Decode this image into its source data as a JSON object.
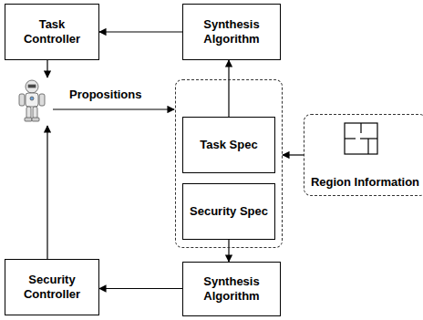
{
  "diagram": {
    "nodes": [
      {
        "text": [
          "Task Controller"
        ]
      },
      {
        "text": [
          "Synthesis Algorithm"
        ]
      },
      {
        "text": []
      },
      {
        "text": [
          "Task Spec"
        ],
        "in": 2
      },
      {
        "text": [
          "Security Spec"
        ],
        "in": 2
      },
      {
        "text": [
          "Region Information"
        ]
      },
      {
        "text": [
          "Synthesis Algorithm"
        ]
      },
      {
        "text": [
          "Security Controller"
        ]
      }
    ],
    "edges": [
      {
        "from": 1,
        "to": 0,
        "arrow": "to"
      },
      {
        "from": 3,
        "to": 1,
        "arrow": "to"
      },
      {
        "from": 5,
        "to": 2,
        "arrow": "to"
      },
      {
        "from": 4,
        "to": 6,
        "arrow": "to"
      },
      {
        "from": 6,
        "to": 7,
        "arrow": "to"
      }
    ],
    "labels": [
      "Propositions"
    ]
  }
}
